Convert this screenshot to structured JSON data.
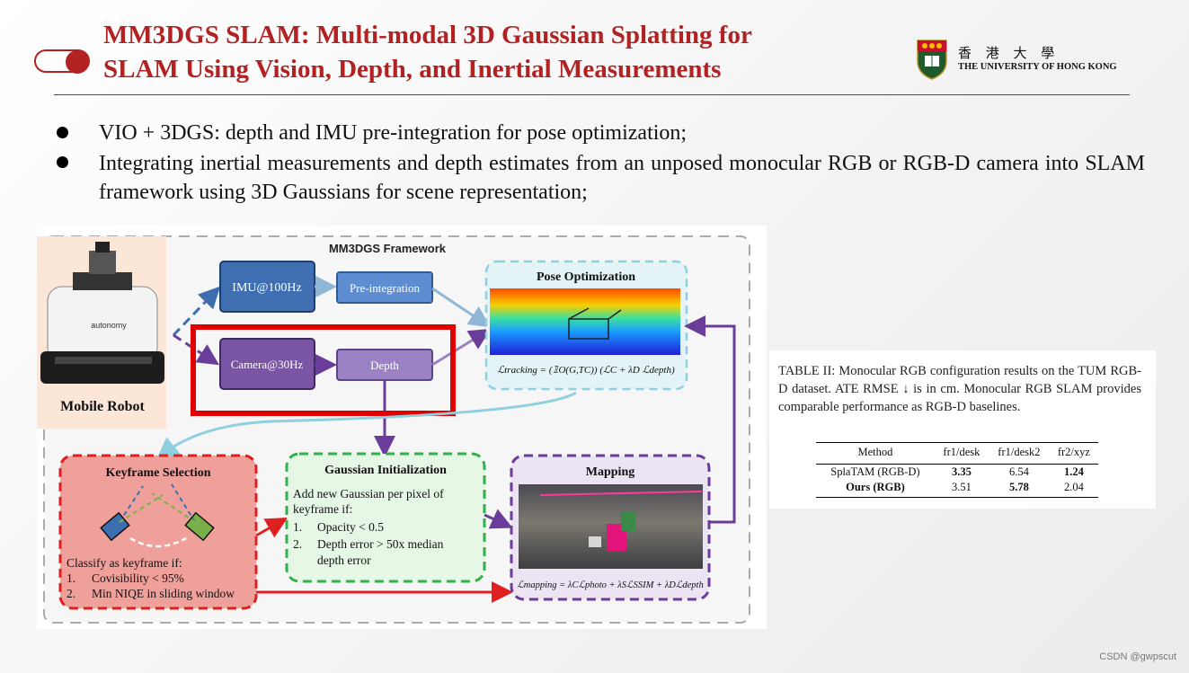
{
  "header": {
    "title_line1": "MM3DGS SLAM: Multi-modal 3D Gaussian Splatting for",
    "title_line2": "SLAM Using Vision, Depth, and Inertial Measurements",
    "university_cn": "香 港 大 學",
    "university_en": "THE UNIVERSITY OF HONG KONG",
    "accent_color": "#b22222"
  },
  "bullets": [
    "VIO + 3DGS: depth and IMU pre-integration for pose optimization;",
    "Integrating inertial measurements and depth estimates from an unposed monocular RGB or RGB-D camera into SLAM framework using 3D Gaussians for scene representation;"
  ],
  "figure": {
    "framework_title": "MM3DGS Framework",
    "robot_label": "Mobile Robot",
    "robot_brand": "autonomy",
    "imu": "IMU@100Hz",
    "preintegration": "Pre-integration",
    "camera": "Camera@30Hz",
    "depth": "Depth",
    "pose_title": "Pose Optimization",
    "pose_formula": "ℒtracking = (𝟙O(G,TC)) (ℒC + λD ℒdepth)",
    "keyframe_title": "Keyframe Selection",
    "keyframe_classify": "Classify as keyframe if:",
    "keyframe_items": [
      "Covisibility < 95%",
      "Min NIQE in sliding window"
    ],
    "gaussian_title": "Gaussian Initialization",
    "gaussian_text1": "Add new Gaussian per pixel of",
    "gaussian_text2": "keyframe if:",
    "gaussian_items": [
      "Opacity < 0.5",
      "Depth error > 50x median",
      "depth error"
    ],
    "mapping_title": "Mapping",
    "mapping_formula": "ℒmapping = λCℒphoto + λSℒSSIM + λDℒdepth",
    "highlight_color": "#e00000"
  },
  "table": {
    "caption": "TABLE II: Monocular RGB configuration results on the TUM RGB-D dataset. ATE RMSE ↓ is in cm. Monocular RGB SLAM provides comparable performance as RGB-D baselines.",
    "columns": [
      "Method",
      "fr1/desk",
      "fr1/desk2",
      "fr2/xyz"
    ],
    "rows": [
      [
        "SplaTAM (RGB-D)",
        "3.35",
        "6.54",
        "1.24"
      ],
      [
        "Ours (RGB)",
        "3.51",
        "5.78",
        "2.04"
      ]
    ]
  },
  "watermark": "CSDN @gwpscut"
}
